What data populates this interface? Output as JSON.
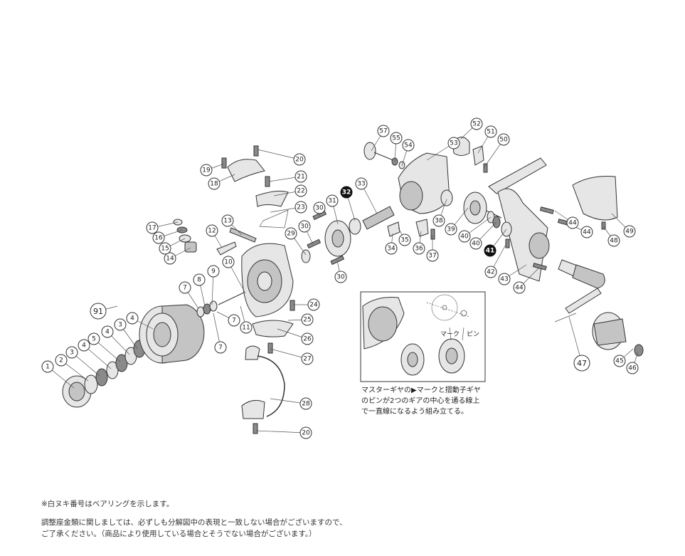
{
  "inset": {
    "label_mark": "マーク",
    "label_pin": "ピン",
    "note_lines": [
      "マスターギヤの▶マークと摺動子ギヤ",
      "のピンが2つのギアの中心を通る線上",
      "で一直線になるよう組み立てる。"
    ]
  },
  "footnotes": {
    "bearing_note": "※白ヌキ番号はベアリングを示します。",
    "line1": "調整座金類に関しましては、必ずしも分解図中の表現と一致しない場合がございますので、",
    "line2": "ご了承ください。（商品により使用している場合とそうでない場合がございます。）"
  },
  "callouts": [
    {
      "n": "1"
    },
    {
      "n": "2"
    },
    {
      "n": "3"
    },
    {
      "n": "4"
    },
    {
      "n": "5"
    },
    {
      "n": "4"
    },
    {
      "n": "3"
    },
    {
      "n": "4"
    },
    {
      "n": "91"
    },
    {
      "n": "7"
    },
    {
      "n": "8"
    },
    {
      "n": "9"
    },
    {
      "n": "7"
    },
    {
      "n": "7"
    },
    {
      "n": "10"
    },
    {
      "n": "11"
    },
    {
      "n": "12"
    },
    {
      "n": "13"
    },
    {
      "n": "14"
    },
    {
      "n": "15"
    },
    {
      "n": "16"
    },
    {
      "n": "17"
    },
    {
      "n": "18"
    },
    {
      "n": "19"
    },
    {
      "n": "20"
    },
    {
      "n": "21"
    },
    {
      "n": "22"
    },
    {
      "n": "23"
    },
    {
      "n": "24"
    },
    {
      "n": "25"
    },
    {
      "n": "26"
    },
    {
      "n": "27"
    },
    {
      "n": "28"
    },
    {
      "n": "20"
    },
    {
      "n": "29"
    },
    {
      "n": "30"
    },
    {
      "n": "30"
    },
    {
      "n": "30"
    },
    {
      "n": "31"
    },
    {
      "n": "32"
    },
    {
      "n": "33"
    },
    {
      "n": "34"
    },
    {
      "n": "35"
    },
    {
      "n": "36"
    },
    {
      "n": "37"
    },
    {
      "n": "38"
    },
    {
      "n": "39"
    },
    {
      "n": "40"
    },
    {
      "n": "40"
    },
    {
      "n": "41"
    },
    {
      "n": "42"
    },
    {
      "n": "43"
    },
    {
      "n": "44"
    },
    {
      "n": "44"
    },
    {
      "n": "44"
    },
    {
      "n": "45"
    },
    {
      "n": "46"
    },
    {
      "n": "47"
    },
    {
      "n": "48"
    },
    {
      "n": "49"
    },
    {
      "n": "50"
    },
    {
      "n": "51"
    },
    {
      "n": "52"
    },
    {
      "n": "53"
    },
    {
      "n": "54"
    },
    {
      "n": "55"
    },
    {
      "n": "57"
    }
  ],
  "bearing_callouts": [
    "32",
    "41"
  ]
}
